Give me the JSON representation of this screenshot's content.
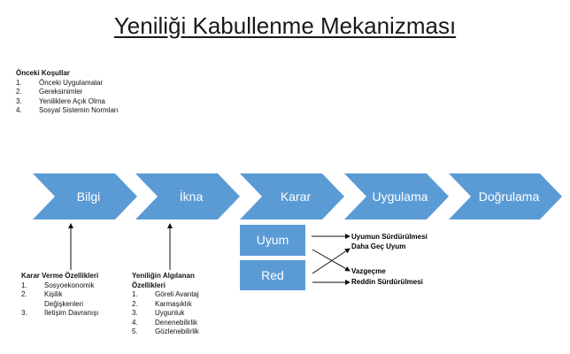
{
  "title": "Yeniliği Kabullenme Mekanizması",
  "onceki_kosullar": {
    "heading": "Önceki Koşullar",
    "items": [
      {
        "n": "1.",
        "label": "Önceki Uygulamalar"
      },
      {
        "n": "2.",
        "label": "Gereksinimler"
      },
      {
        "n": "3.",
        "label": "Yeniliklere Açık Olma"
      },
      {
        "n": "4.",
        "label": "Sosyal Sistemin Normları"
      }
    ]
  },
  "stages": [
    "Bilgi",
    "İkna",
    "Karar",
    "Uygulama",
    "Doğrulama"
  ],
  "decisions": [
    "Uyum",
    "Red"
  ],
  "outcomes": [
    "Uyumun Sürdürülmesi",
    "Daha Geç Uyum",
    "Vazgeçme",
    "Reddin Sürdürülmesi"
  ],
  "karar_verme": {
    "heading": "Karar Verme Özellikleri",
    "items": [
      {
        "n": "1.",
        "label": "Sosyoekonomik"
      },
      {
        "n": "2.",
        "label": "Kişilik Değişkenleri"
      },
      {
        "n": "3.",
        "label": "İletişim Davranışı"
      }
    ]
  },
  "algilanan": {
    "heading": "Yeniliğin Algılanan Özellikleri",
    "items": [
      {
        "n": "1.",
        "label": "Göreli Avantaj"
      },
      {
        "n": "2.",
        "label": "Karmaşıklık"
      },
      {
        "n": "3.",
        "label": "Uygunluk"
      },
      {
        "n": "4.",
        "label": "Denenebilirlik"
      },
      {
        "n": "5.",
        "label": "Gözlenebilirlik"
      }
    ]
  },
  "colors": {
    "chevron": "#5b9bd5",
    "box": "#5b9bd5"
  }
}
